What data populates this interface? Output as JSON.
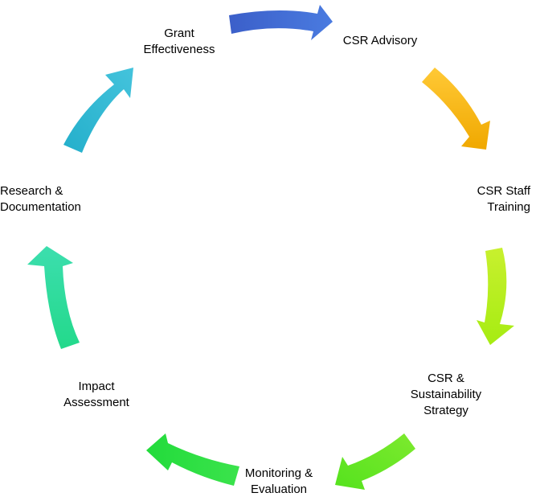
{
  "diagram": {
    "nodes": [
      {
        "id": "grant",
        "lines": [
          "Grant",
          "Effectiveness"
        ]
      },
      {
        "id": "advisory",
        "lines": [
          "CSR Advisory"
        ]
      },
      {
        "id": "staff",
        "lines": [
          "CSR Staff",
          "Training"
        ]
      },
      {
        "id": "strategy",
        "lines": [
          "CSR &",
          "Sustainability",
          "Strategy"
        ]
      },
      {
        "id": "monitor",
        "lines": [
          "Monitoring &",
          "Evaluation"
        ]
      },
      {
        "id": "impact",
        "lines": [
          "Impact",
          "Assessment"
        ]
      },
      {
        "id": "research",
        "lines": [
          "Research &",
          "Documentation"
        ]
      }
    ],
    "arrows": [
      {
        "from": "grant",
        "to": "advisory",
        "color": "#3F6FD1"
      },
      {
        "from": "advisory",
        "to": "staff",
        "color": "#F3B00E"
      },
      {
        "from": "staff",
        "to": "strategy",
        "color": "#B6EE1A"
      },
      {
        "from": "strategy",
        "to": "monitor",
        "color": "#6CE826"
      },
      {
        "from": "monitor",
        "to": "impact",
        "color": "#2DE044"
      },
      {
        "from": "impact",
        "to": "research",
        "color": "#2FD9A0"
      },
      {
        "from": "research",
        "to": "grant",
        "color": "#2FB7D3"
      }
    ]
  }
}
